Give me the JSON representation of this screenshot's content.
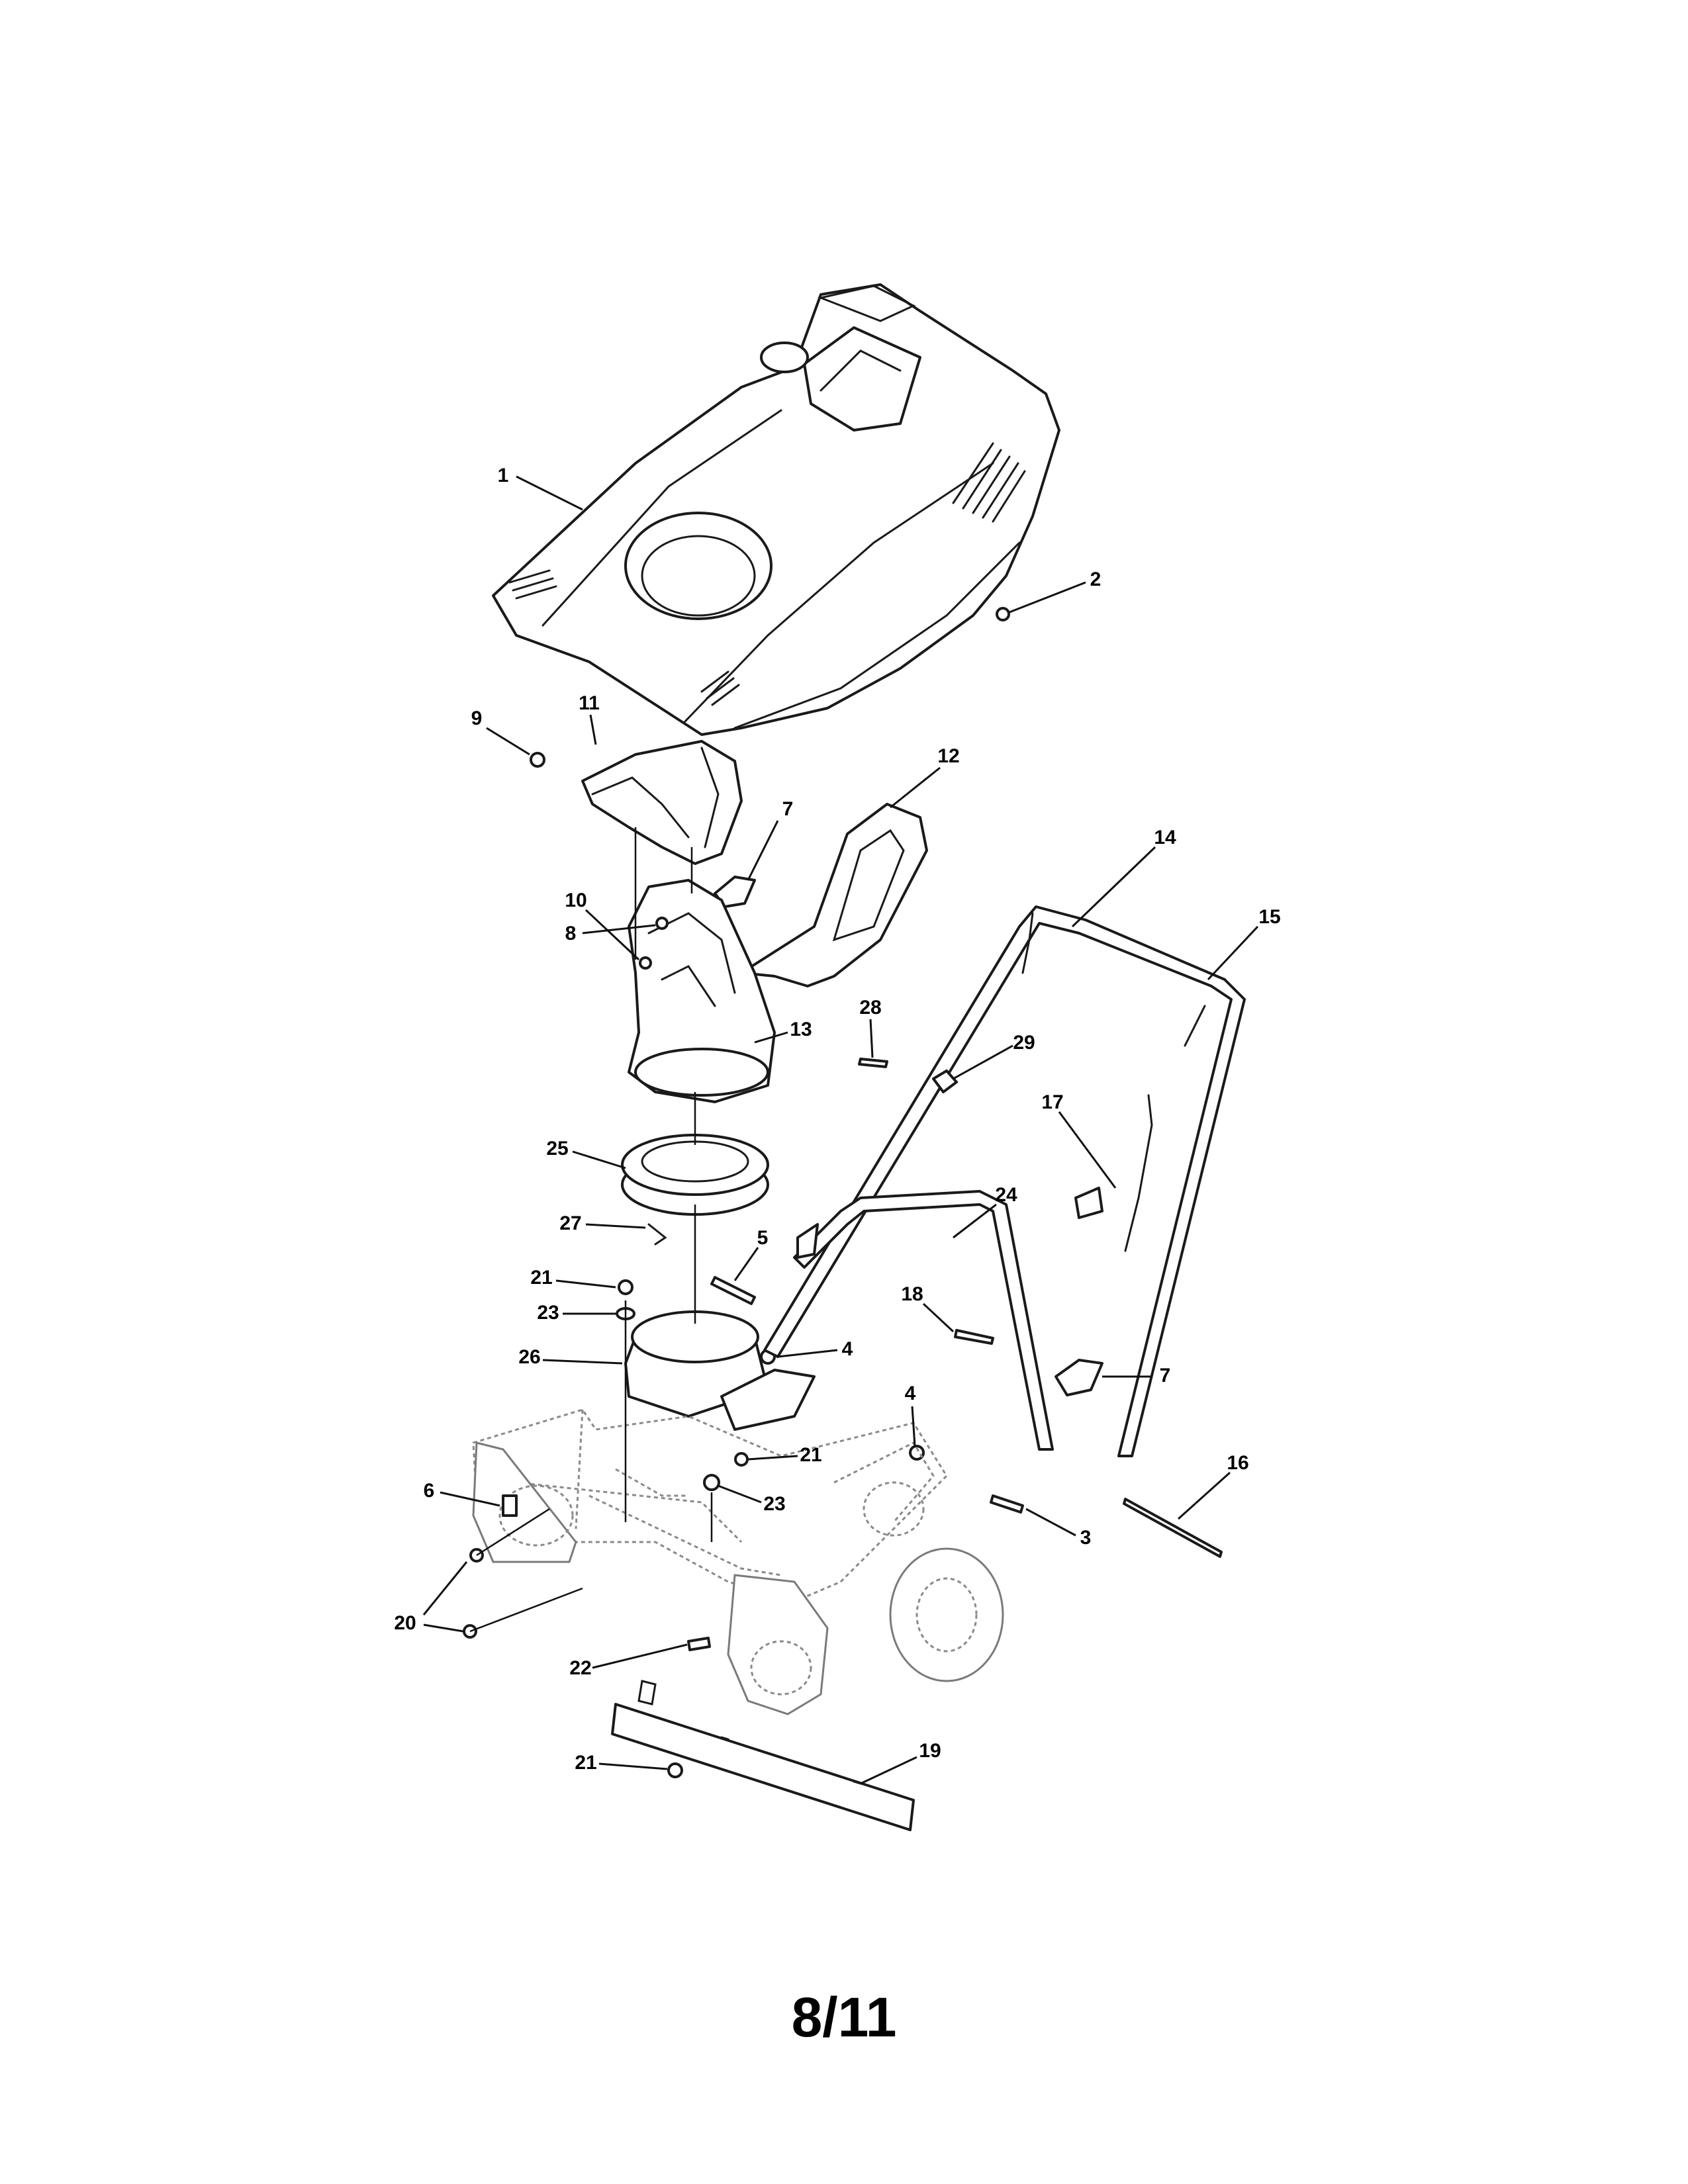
{
  "page_number": "8/11",
  "callouts": [
    {
      "id": "c1",
      "label": "1"
    },
    {
      "id": "c2",
      "label": "2"
    },
    {
      "id": "c9",
      "label": "9"
    },
    {
      "id": "c11",
      "label": "11"
    },
    {
      "id": "c12",
      "label": "12"
    },
    {
      "id": "c7a",
      "label": "7"
    },
    {
      "id": "c14",
      "label": "14"
    },
    {
      "id": "c15",
      "label": "15"
    },
    {
      "id": "c10",
      "label": "10"
    },
    {
      "id": "c8",
      "label": "8"
    },
    {
      "id": "c13",
      "label": "13"
    },
    {
      "id": "c28",
      "label": "28"
    },
    {
      "id": "c29",
      "label": "29"
    },
    {
      "id": "c17",
      "label": "17"
    },
    {
      "id": "c25",
      "label": "25"
    },
    {
      "id": "c24",
      "label": "24"
    },
    {
      "id": "c27",
      "label": "27"
    },
    {
      "id": "c5",
      "label": "5"
    },
    {
      "id": "c21a",
      "label": "21"
    },
    {
      "id": "c23a",
      "label": "23"
    },
    {
      "id": "c18",
      "label": "18"
    },
    {
      "id": "c26",
      "label": "26"
    },
    {
      "id": "c4a",
      "label": "4"
    },
    {
      "id": "c7b",
      "label": "7"
    },
    {
      "id": "c4b",
      "label": "4"
    },
    {
      "id": "c16",
      "label": "16"
    },
    {
      "id": "c21b",
      "label": "21"
    },
    {
      "id": "c6",
      "label": "6"
    },
    {
      "id": "c23b",
      "label": "23"
    },
    {
      "id": "c3",
      "label": "3"
    },
    {
      "id": "c20",
      "label": "20"
    },
    {
      "id": "c22",
      "label": "22"
    },
    {
      "id": "c19",
      "label": "19"
    },
    {
      "id": "c21c",
      "label": "21"
    }
  ]
}
